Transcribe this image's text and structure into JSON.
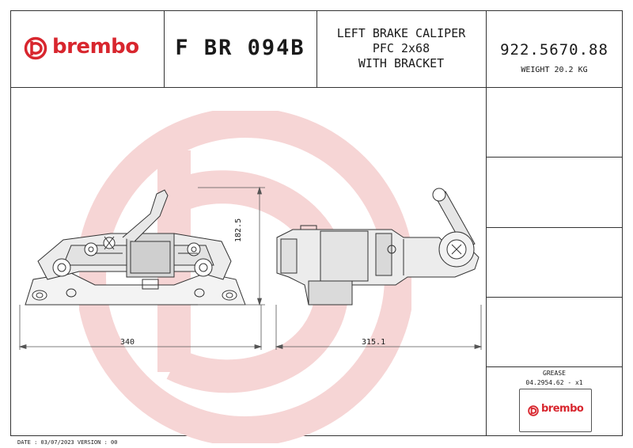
{
  "header": {
    "brand": "brembo",
    "code": "F BR 094B",
    "description_lines": [
      "LEFT BRAKE CALIPER",
      "PFC 2x68",
      "WITH BRACKET"
    ],
    "part_number": "922.5670.88",
    "weight": "WEIGHT 20.2 KG"
  },
  "drawing": {
    "dim_width_front": "340",
    "dim_height": "182.5",
    "dim_width_side": "315.1"
  },
  "grease": {
    "label": "GREASE",
    "spec": "04.2954.62 - x1",
    "brand": "brembo"
  },
  "footer": {
    "text": "DATE : 03/07/2023 VERSION : 00"
  },
  "colors": {
    "brand_red": "#d8262e",
    "watermark_red": "#f6d5d5",
    "line": "#333333"
  }
}
